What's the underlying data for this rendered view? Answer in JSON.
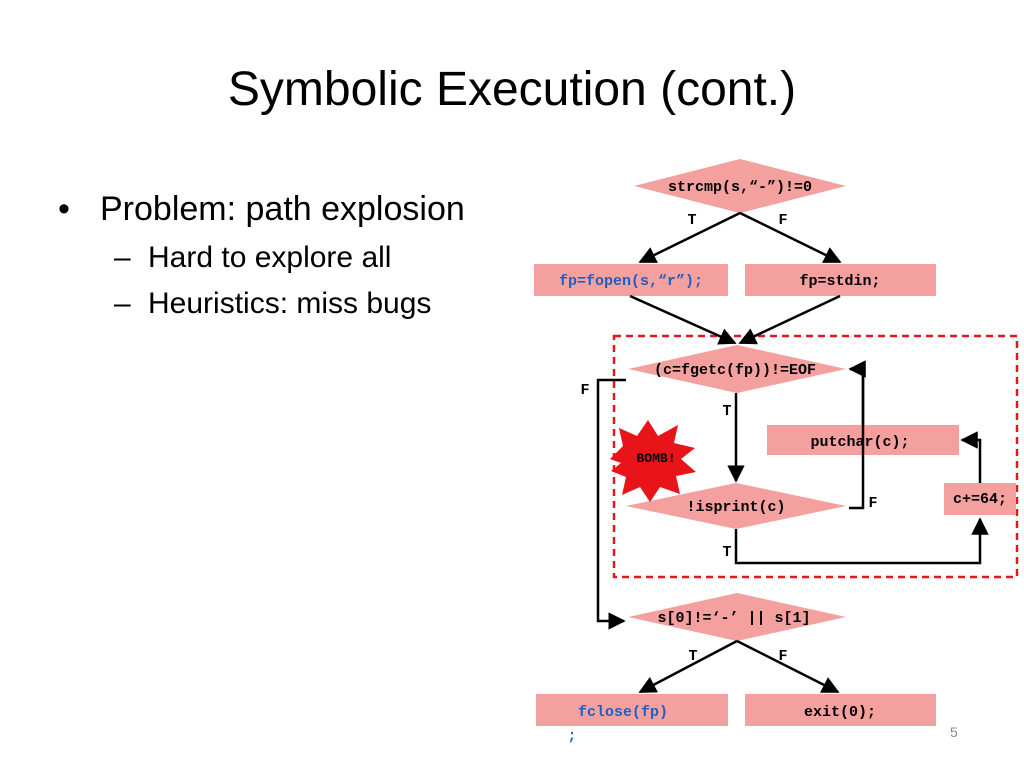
{
  "title": "Symbolic Execution (cont.)",
  "bullets": {
    "main": "Problem: path explosion",
    "subs": [
      "Hard to explore all",
      "Heuristics: miss bugs"
    ]
  },
  "diagram": {
    "cond1": "strcmp(s,“-”)!=0",
    "cond1_true": "T",
    "cond1_false": "F",
    "fopen": "fp=fopen(s,“r”);",
    "stdin": "fp=stdin;",
    "loop_cond": "(c=fgetc(fp))!=EOF",
    "loop_true": "T",
    "loop_false": "F",
    "putchar": "putchar(c);",
    "isprint": "!isprint(c)",
    "isprint_false": "F",
    "isprint_true": "T",
    "add": "c+=64;",
    "bomb": "BOMB!",
    "cond3": "s[0]!=‘-’ || s[1]",
    "cond3_true": "T",
    "cond3_false": "F",
    "fclose_line1": "fclose(fp)",
    "fclose_line2": ";",
    "exit": "exit(0);"
  },
  "page_number": "5",
  "colors": {
    "node_fill": "#f4a09f",
    "highlight_border": "#e0191d",
    "bomb_fill": "#e8141a",
    "code_blue": "#1f5fc4"
  }
}
